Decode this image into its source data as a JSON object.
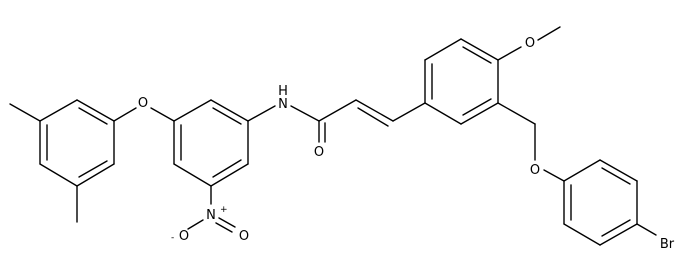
{
  "structure": {
    "line_color": "#000000",
    "background": "#ffffff",
    "atoms": {
      "ether_O_left": "O",
      "amide_NH": "H",
      "amide_N": "N",
      "methoxy_O": "O",
      "carbonyl_O": "O",
      "benzyl_ether_O": "O",
      "nitro_N": "N",
      "nitro_N_charge": "+",
      "nitro_O_terminal": "O",
      "nitro_O_anion": "O",
      "nitro_O_charge": "-",
      "bromine": "Br"
    }
  }
}
